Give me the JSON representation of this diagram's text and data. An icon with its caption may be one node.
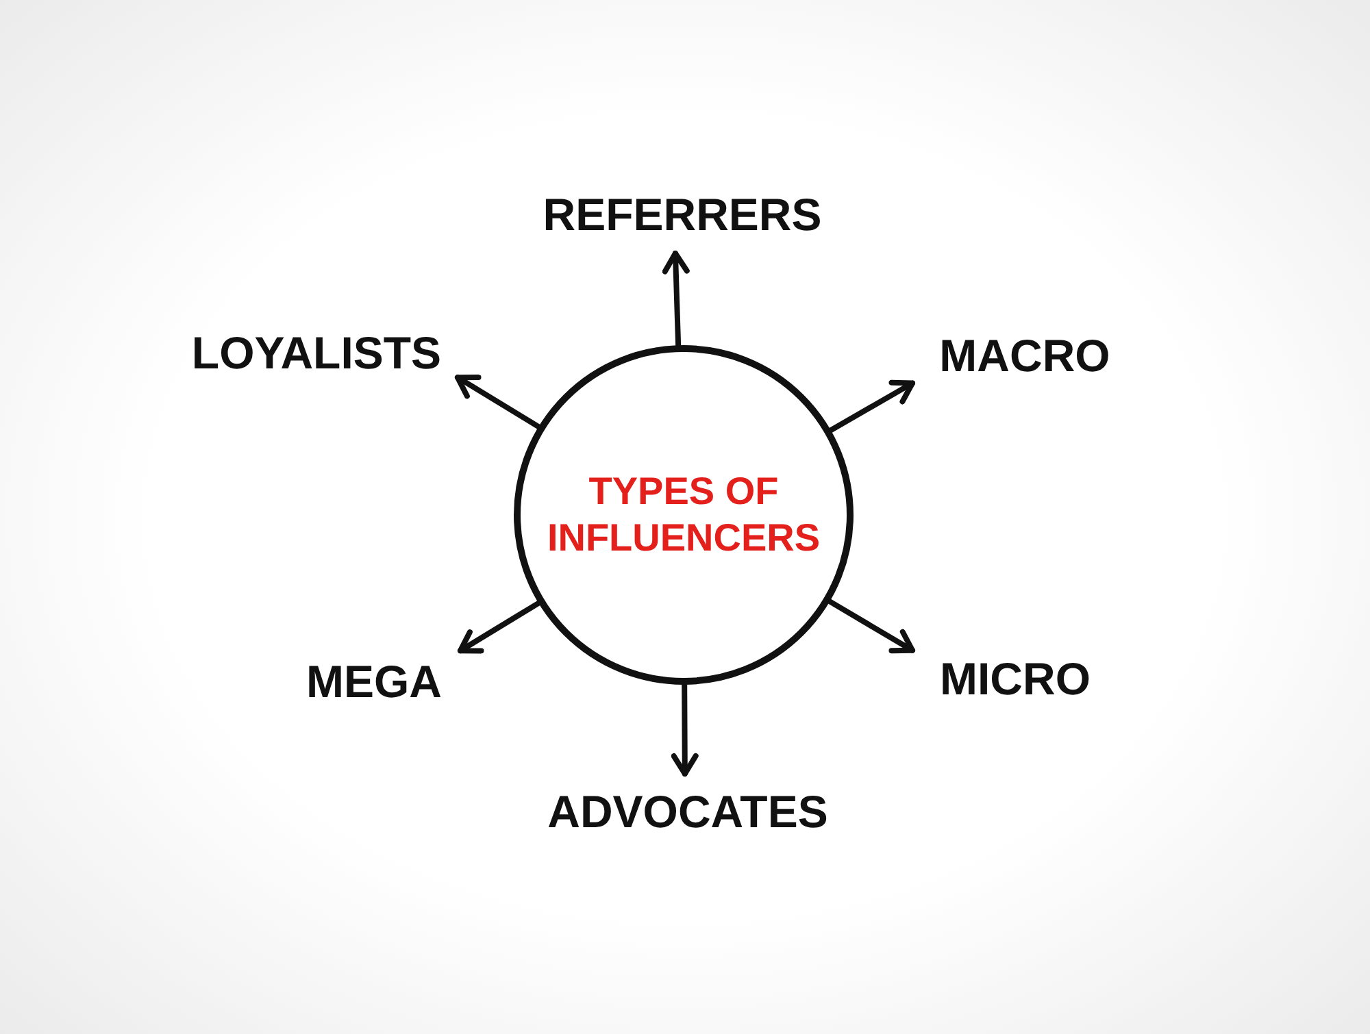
{
  "diagram": {
    "nodes": [
      {
        "text": [
          "TYPES OF INFLUENCERS"
        ]
      },
      {
        "text": [
          "REFERRERS"
        ]
      },
      {
        "text": [
          "LOYALISTS"
        ]
      },
      {
        "text": [
          "MACRO"
        ]
      },
      {
        "text": [
          "MEGA"
        ]
      },
      {
        "text": [
          "MICRO"
        ]
      },
      {
        "text": [
          "ADVOCATES"
        ]
      }
    ],
    "edges": [
      {
        "from": 0,
        "to": 1,
        "arrow": "to"
      },
      {
        "from": 0,
        "to": 2,
        "arrow": "to"
      },
      {
        "from": 0,
        "to": 3,
        "arrow": "to"
      },
      {
        "from": 0,
        "to": 4,
        "arrow": "to"
      },
      {
        "from": 0,
        "to": 5,
        "arrow": "to"
      },
      {
        "from": 0,
        "to": 6,
        "arrow": "to"
      }
    ]
  }
}
